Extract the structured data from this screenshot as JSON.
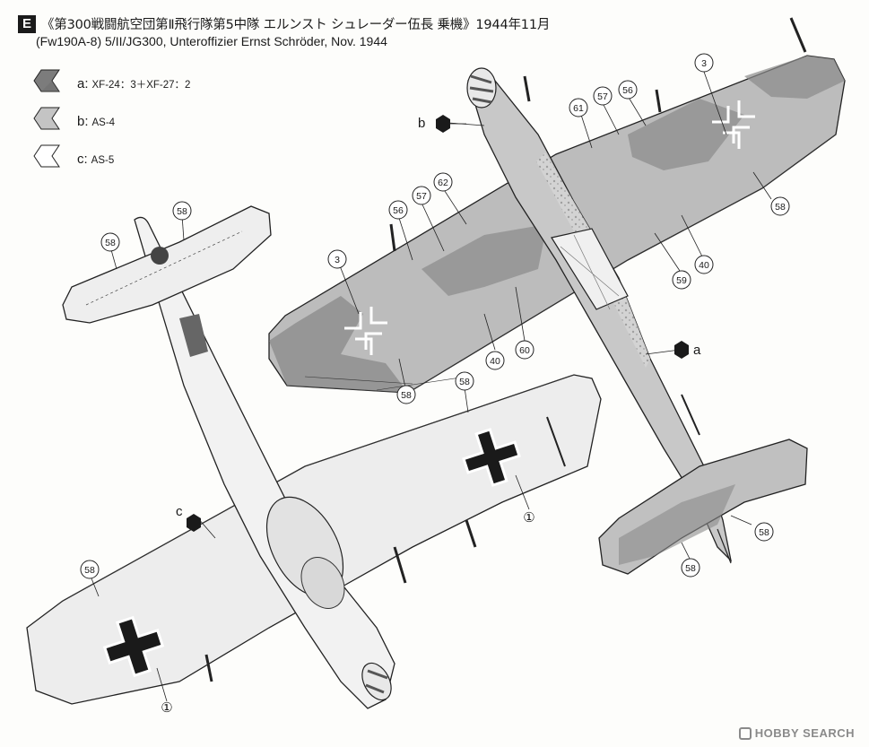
{
  "header": {
    "badge": "E",
    "title_jp": "《第300戦闘航空団第Ⅱ飛行隊第5中隊 エルンスト シュレーダー伍長 乗機》1944年11月",
    "title_en": "(Fw190A-8) 5/II/JG300, Unterofﬁzier Ernst Schröder, Nov. 1944"
  },
  "legend": [
    {
      "letter": "a:",
      "code": "XF-24：3＋XF-27：2",
      "color": "#7c7c7c"
    },
    {
      "letter": "b:",
      "code": "AS-4",
      "color": "#bfbfbf"
    },
    {
      "letter": "c:",
      "code": "AS-5",
      "color": "#ffffff"
    }
  ],
  "callouts": {
    "n1": "①",
    "n3": "3",
    "n40": "40",
    "n56": "56",
    "n57": "57",
    "n58": "58",
    "n59": "59",
    "n60": "60",
    "n61": "61",
    "n62": "62",
    "a": "a",
    "b": "b",
    "c": "c"
  },
  "watermark": "HOBBY SEARCH"
}
